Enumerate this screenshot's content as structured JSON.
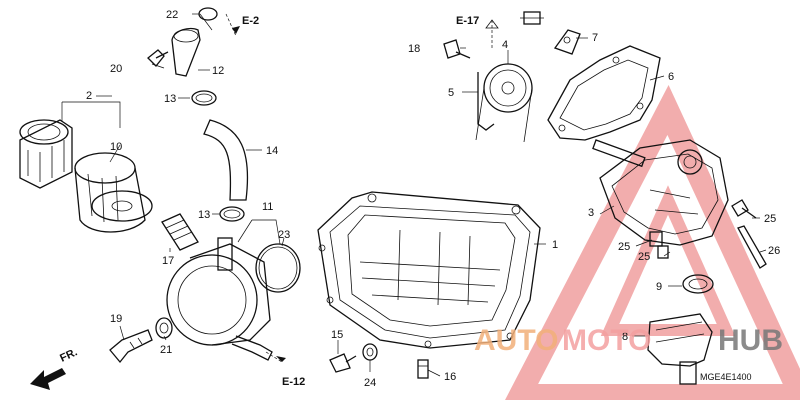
{
  "callouts": [
    "1",
    "2",
    "3",
    "4",
    "5",
    "6",
    "7",
    "8",
    "9",
    "10",
    "11",
    "12",
    "13",
    "13",
    "14",
    "15",
    "16",
    "17",
    "18",
    "19",
    "20",
    "21",
    "22",
    "23",
    "24",
    "25",
    "25",
    "25",
    "26"
  ],
  "refs": {
    "e2": "E-2",
    "e17": "E-17",
    "e12": "E-12"
  },
  "front_label": "FR.",
  "drawing_code": "MGE4E1400",
  "watermark": {
    "part1": "AUTO",
    "part2": "MOTO",
    "part3": "HUB",
    "color_a": "#f2b07a",
    "color_b": "#f4a0a0",
    "color_c": "#777777",
    "triangle_color": "#e86a6a"
  }
}
